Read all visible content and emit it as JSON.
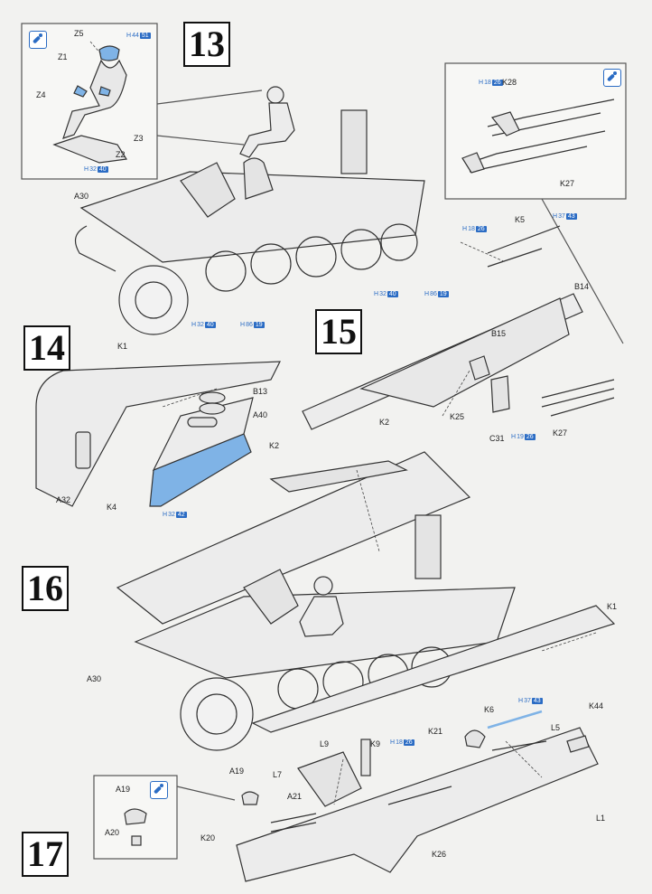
{
  "steps": {
    "s13": "13",
    "s14": "14",
    "s15": "15",
    "s16": "16",
    "s17": "17"
  },
  "labels": {
    "z5": "Z5",
    "z1": "Z1",
    "z4": "Z4",
    "z3": "Z3",
    "z2": "Z2",
    "a30_top": "A30",
    "k28": "K28",
    "k27_inset": "K27",
    "k5": "K5",
    "b14": "B14",
    "k1_left": "K1",
    "b13": "B13",
    "a40": "A40",
    "a32": "A32",
    "k4": "K4",
    "b15": "B15",
    "k2_step15": "K2",
    "k25": "K25",
    "c31": "C31",
    "k27": "K27",
    "k2_step16": "K2",
    "k1_right": "K1",
    "a30_mid": "A30",
    "k6": "K6",
    "k44": "K44",
    "l9": "L9",
    "k9": "K9",
    "k21": "K21",
    "l5": "L5",
    "a19": "A19",
    "l7": "L7",
    "a21": "A21",
    "l1": "L1",
    "k20": "K20",
    "k26": "K26",
    "a19_inset": "A19",
    "a20": "A20"
  },
  "refs": {
    "r1": {
      "code": "H",
      "num": "44",
      "tag": "51"
    },
    "r2": {
      "code": "H",
      "num": "32",
      "tag": "40"
    },
    "r3": {
      "code": "H",
      "num": "18",
      "tag": "26"
    },
    "r4": {
      "code": "H",
      "num": "37",
      "tag": "43"
    },
    "r5": {
      "code": "H",
      "num": "18",
      "tag": "26"
    },
    "r6": {
      "code": "H",
      "num": "32",
      "tag": "40"
    },
    "r7": {
      "code": "H",
      "num": "86",
      "tag": "19"
    },
    "r8": {
      "code": "H",
      "num": "32",
      "tag": "40"
    },
    "r9": {
      "code": "H",
      "num": "86",
      "tag": "19"
    },
    "r10": {
      "code": "H",
      "num": "37",
      "tag": "43"
    },
    "r11": {
      "code": "H",
      "num": "19",
      "tag": "26"
    },
    "r12": {
      "code": "H",
      "num": "32",
      "tag": "42"
    },
    "r13": {
      "code": "H",
      "num": "18",
      "tag": "26"
    }
  },
  "colors": {
    "accent": "#2b6cc4",
    "highlight": "#7fb3e6",
    "line": "#333333",
    "paper": "#f2f2f0"
  }
}
